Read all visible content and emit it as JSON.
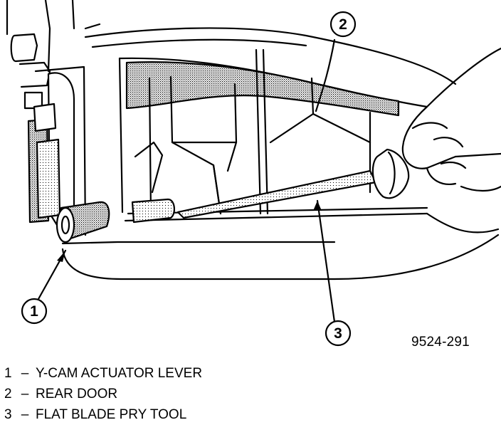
{
  "figure_id": "9524-291",
  "callouts": [
    {
      "number": "1",
      "label": "Y-CAM ACTUATOR LEVER"
    },
    {
      "number": "2",
      "label": "REAR DOOR"
    },
    {
      "number": "3",
      "label": "FLAT BLADE PRY TOOL"
    }
  ],
  "legend_separator": "–",
  "colors": {
    "ink": "#000000",
    "paper": "#ffffff",
    "stipple": "#8a8a8a"
  },
  "icons": {
    "tool_hand": "hand-holding-pry-tool-icon"
  }
}
